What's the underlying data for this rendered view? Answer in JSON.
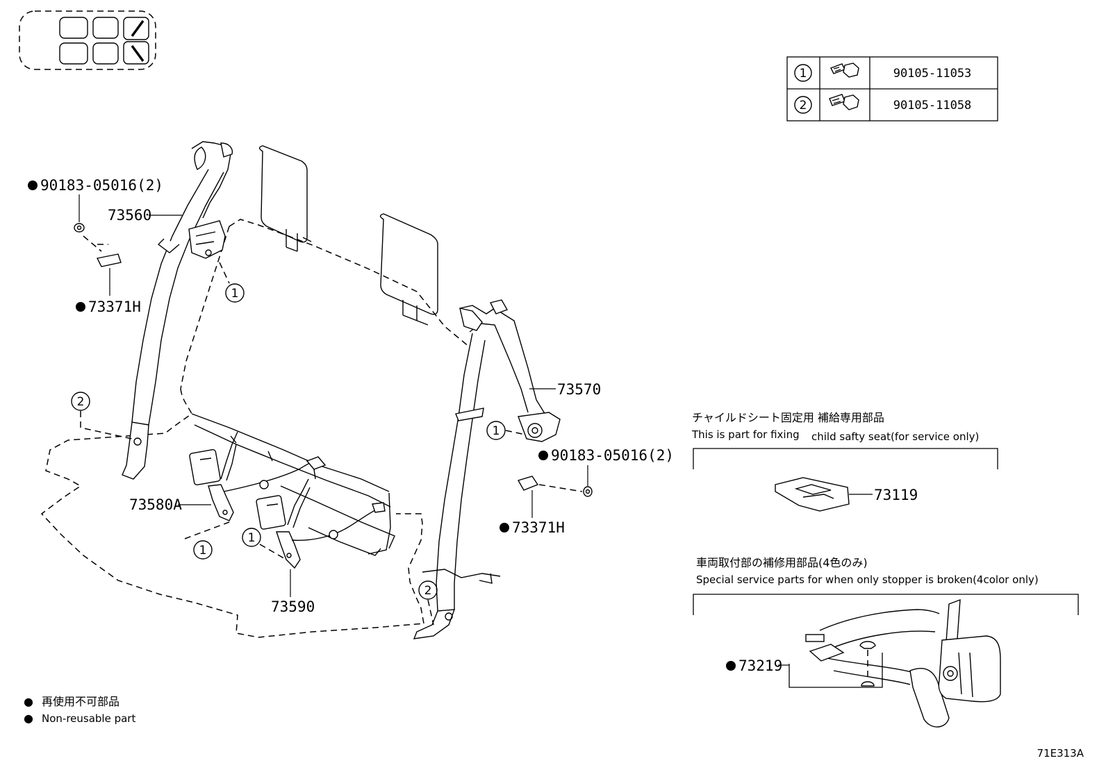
{
  "bolt_table": [
    {
      "ref": "1",
      "part_no": "90105-11053"
    },
    {
      "ref": "2",
      "part_no": "90105-11058"
    }
  ],
  "callouts": {
    "p73560": "73560",
    "p73570": "73570",
    "p73580a": "73580A",
    "p73590": "73590",
    "p73371h_left": "73371H",
    "p73371h_right": "73371H",
    "p90183_left": "90183-05016(2)",
    "p90183_right": "90183-05016(2)",
    "p73119": "73119",
    "p73219": "73219"
  },
  "circle_refs": {
    "r1": "1",
    "r2": "2"
  },
  "notes": {
    "child_seat_jp": "チャイルドシート固定用 補給専用部品",
    "child_seat_en_a": "This is part for fixing",
    "child_seat_en_b": "child safty seat(for service only)",
    "stopper_jp": "車両取付部の補修用部品(4色のみ)",
    "stopper_en": "Special service parts for when only stopper is broken(4color only)"
  },
  "legend": {
    "symbol": "●",
    "jp": "再使用不可部品",
    "en": "Non-reusable part"
  },
  "figure_id": "71E313A"
}
